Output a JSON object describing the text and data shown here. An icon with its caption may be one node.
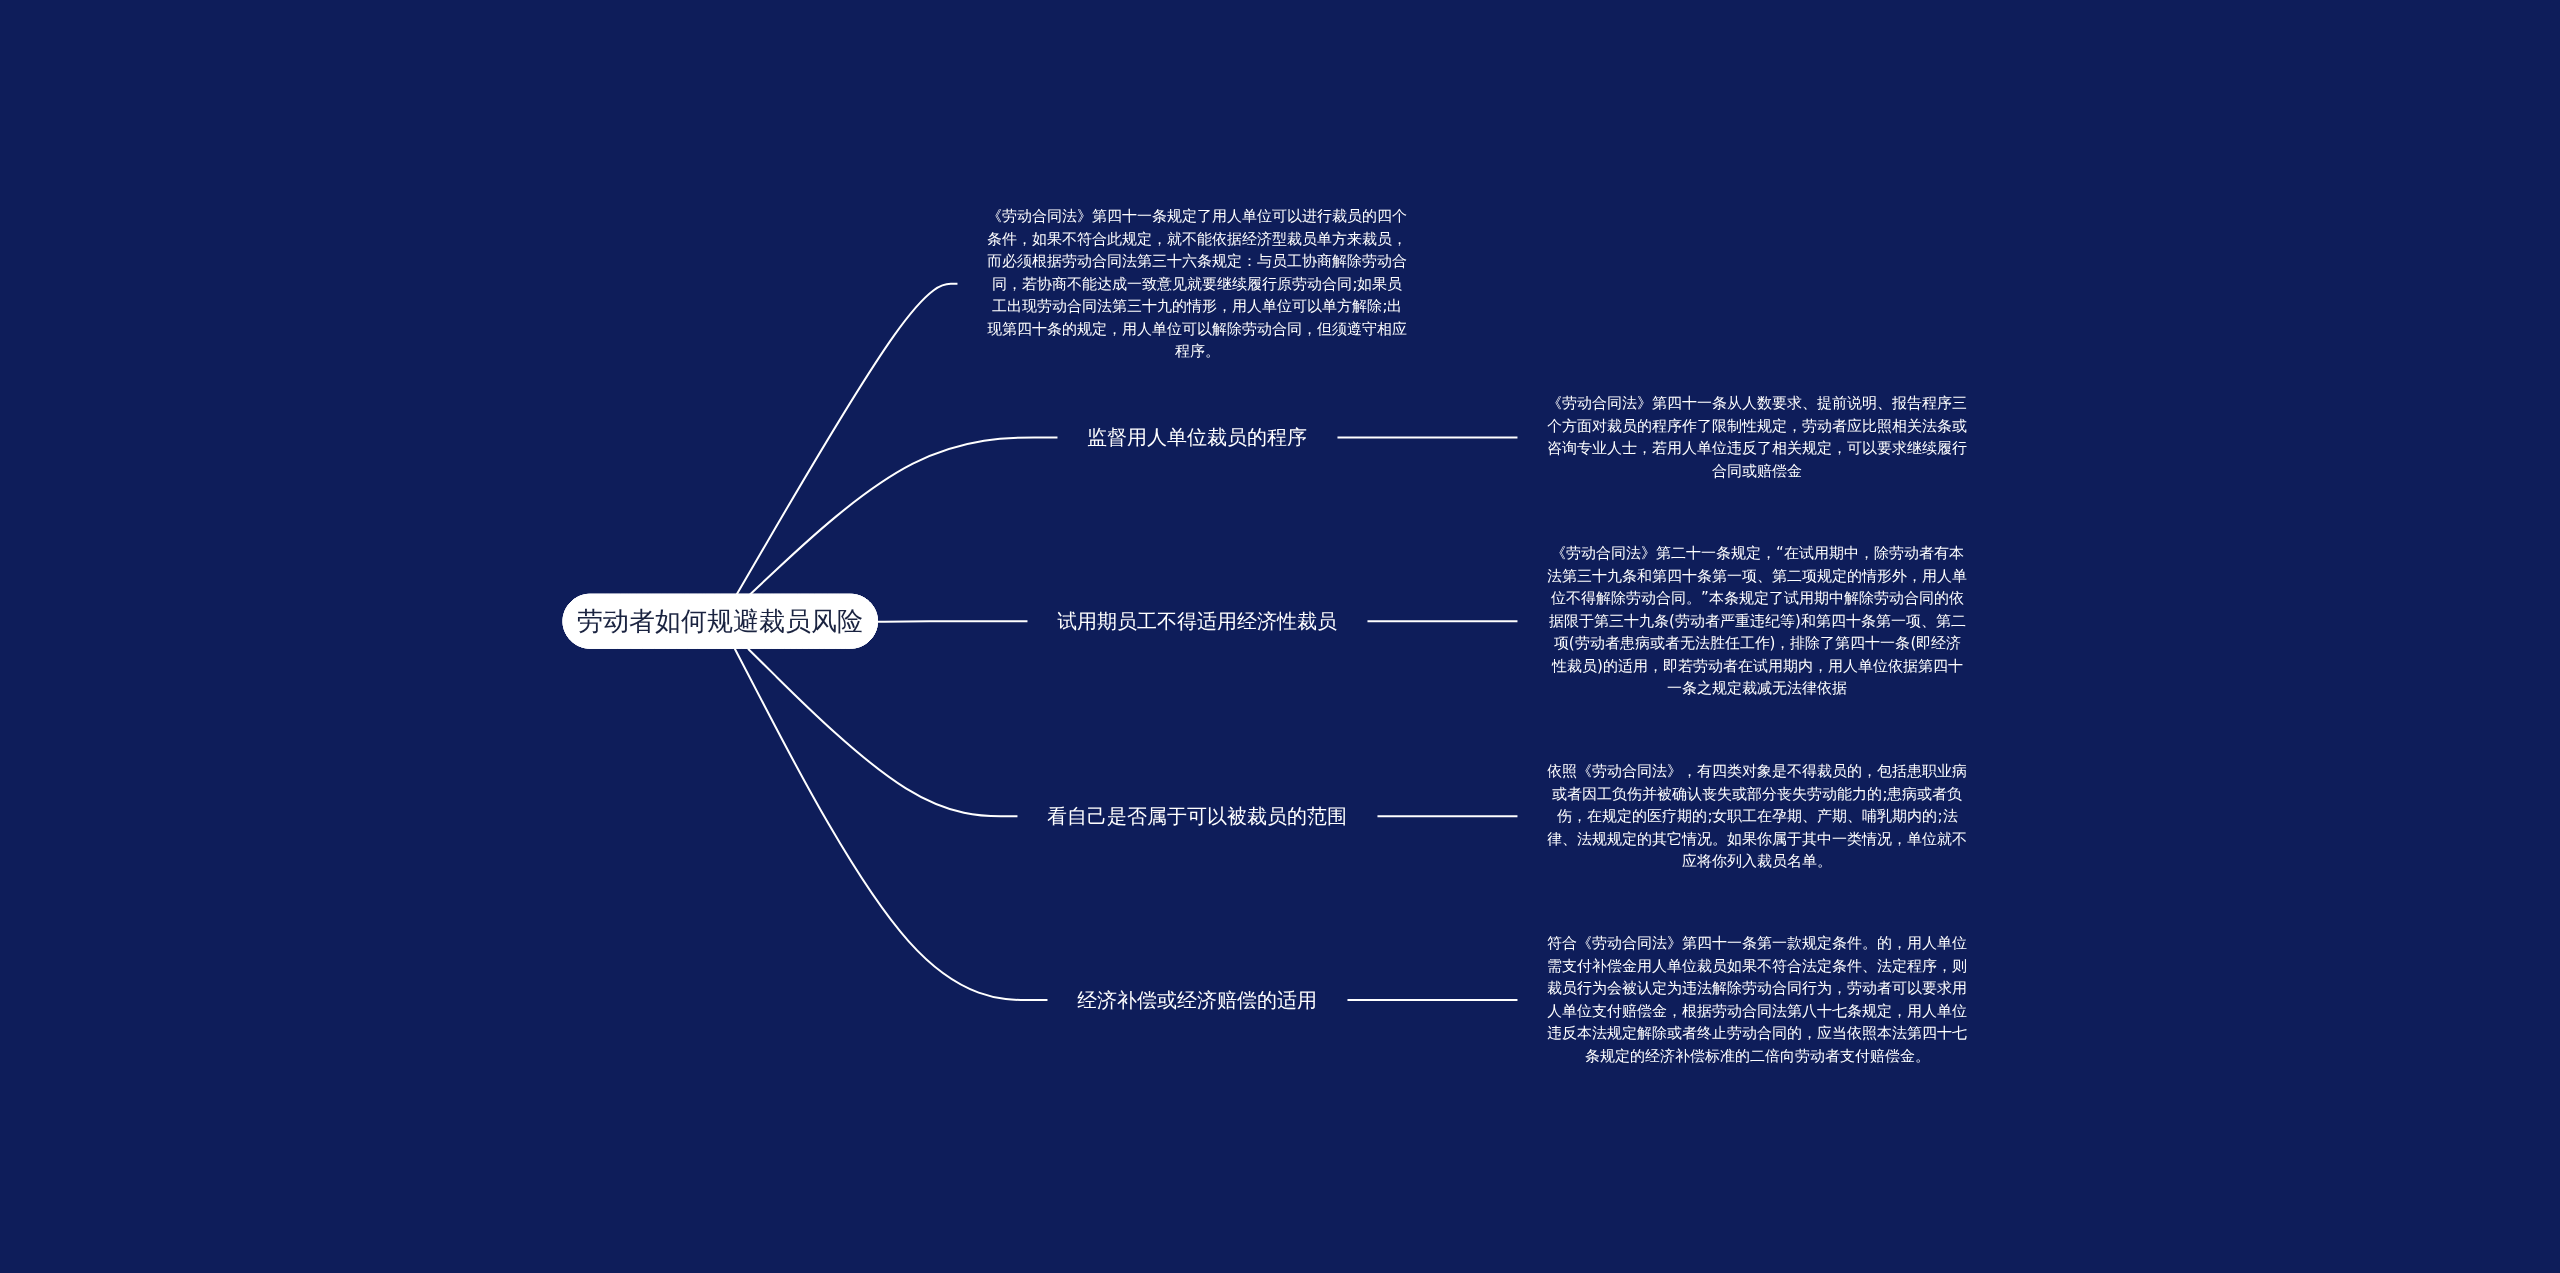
{
  "diagram": {
    "nodes": [
      {
        "text": [
          "劳动者如何规避裁员风险"
        ]
      },
      {
        "text": [
          "《劳动合同法》第四十一条规定了用人单位可以进行裁员的四个条件，如果不符合此规定，就不能依据经济型裁员单方来裁员，而必须根据劳动合同法第三十六条规定：与员工协商解除劳动合同，若协商不能达成一致意见就要继续履行原劳动合同;如果员工出现劳动合同法第三十九的情形，用人单位可以单方解除;出现第四十条的规定，用人单位可以解除劳动合同，但须遵守相应程序。"
        ]
      },
      {
        "text": [
          "监督用人单位裁员的程序"
        ]
      },
      {
        "text": [
          "《劳动合同法》第四十一条从人数要求、提前说明、报告程序三个方面对裁员的程序作了限制性规定，劳动者应比照相关法条或咨询专业人士，若用人单位违反了相关规定，可以要求继续履行合同或赔偿金"
        ]
      },
      {
        "text": [
          "试用期员工不得适用经济性裁员"
        ]
      },
      {
        "text": [
          "《劳动合同法》第二十一条规定，“在试用期中，除劳动者有本法第三十九条和第四十条第一项、第二项规定的情形外，用人单位不得解除劳动合同。”本条规定了试用期中解除劳动合同的依据限于第三十九条(劳动者严重违纪等)和第四十条第一项、第二项(劳动者患病或者无法胜任工作)，排除了第四十一条(即经济性裁员)的适用，即若劳动者在试用期内，用人单位依据第四十一条之规定裁减无法律依据"
        ]
      },
      {
        "text": [
          "看自己是否属于可以被裁员的范围"
        ]
      },
      {
        "text": [
          "依照《劳动合同法》，有四类对象是不得裁员的，包括患职业病或者因工负伤并被确认丧失或部分丧失劳动能力的;患病或者负伤，在规定的医疗期的;女职工在孕期、产期、哺乳期内的;法律、法规规定的其它情况。如果你属于其中一类情况，单位就不应将你列入裁员名单。"
        ]
      },
      {
        "text": [
          "经济补偿或经济赔偿的适用"
        ]
      },
      {
        "text": [
          "符合《劳动合同法》第四十一条第一款规定条件。的，用人单位需支付补偿金用人单位裁员如果不符合法定条件、法定程序，则裁员行为会被认定为违法解除劳动合同行为，劳动者可以要求用人单位支付赔偿金，根据劳动合同法第八十七条规定，用人单位违反本法规定解除或者终止劳动合同的，应当依照本法第四十七条规定的经济补偿标准的二倍向劳动者支付赔偿金。"
        ]
      }
    ],
    "edges": [
      {
        "from": 0,
        "to": 1,
        "arrow": "none"
      },
      {
        "from": 0,
        "to": 2,
        "arrow": "none"
      },
      {
        "from": 2,
        "to": 3,
        "arrow": "none"
      },
      {
        "from": 0,
        "to": 4,
        "arrow": "none"
      },
      {
        "from": 4,
        "to": 5,
        "arrow": "none"
      },
      {
        "from": 0,
        "to": 6,
        "arrow": "none"
      },
      {
        "from": 6,
        "to": 7,
        "arrow": "none"
      },
      {
        "from": 0,
        "to": 8,
        "arrow": "none"
      },
      {
        "from": 8,
        "to": 9,
        "arrow": "none"
      }
    ]
  }
}
